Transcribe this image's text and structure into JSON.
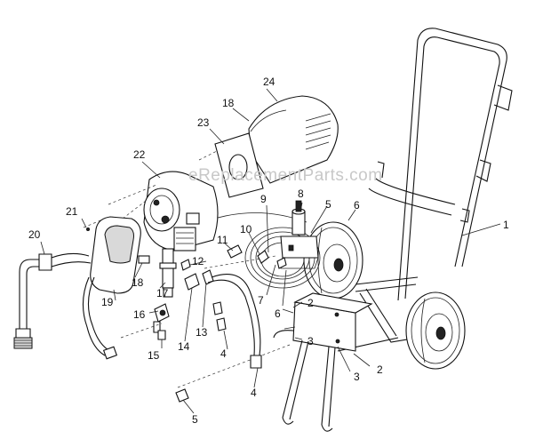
{
  "watermark": "eReplacementParts.com",
  "callouts": [
    {
      "id": "c1",
      "text": "1"
    },
    {
      "id": "c2a",
      "text": "2"
    },
    {
      "id": "c2b",
      "text": "2"
    },
    {
      "id": "c3a",
      "text": "3"
    },
    {
      "id": "c3b",
      "text": "3"
    },
    {
      "id": "c4a",
      "text": "4"
    },
    {
      "id": "c4b",
      "text": "4"
    },
    {
      "id": "c5a",
      "text": "5"
    },
    {
      "id": "c5b",
      "text": "5"
    },
    {
      "id": "c6a",
      "text": "6"
    },
    {
      "id": "c6b",
      "text": "6"
    },
    {
      "id": "c7",
      "text": "7"
    },
    {
      "id": "c8",
      "text": "8"
    },
    {
      "id": "c9",
      "text": "9"
    },
    {
      "id": "c10",
      "text": "10"
    },
    {
      "id": "c11",
      "text": "11"
    },
    {
      "id": "c12",
      "text": "12"
    },
    {
      "id": "c13",
      "text": "13"
    },
    {
      "id": "c14",
      "text": "14"
    },
    {
      "id": "c15",
      "text": "15"
    },
    {
      "id": "c16",
      "text": "16"
    },
    {
      "id": "c17",
      "text": "17"
    },
    {
      "id": "c18a",
      "text": "18"
    },
    {
      "id": "c18b",
      "text": "18"
    },
    {
      "id": "c19",
      "text": "19"
    },
    {
      "id": "c20",
      "text": "20"
    },
    {
      "id": "c21",
      "text": "21"
    },
    {
      "id": "c22",
      "text": "22"
    },
    {
      "id": "c23",
      "text": "23"
    },
    {
      "id": "c24",
      "text": "24"
    }
  ]
}
